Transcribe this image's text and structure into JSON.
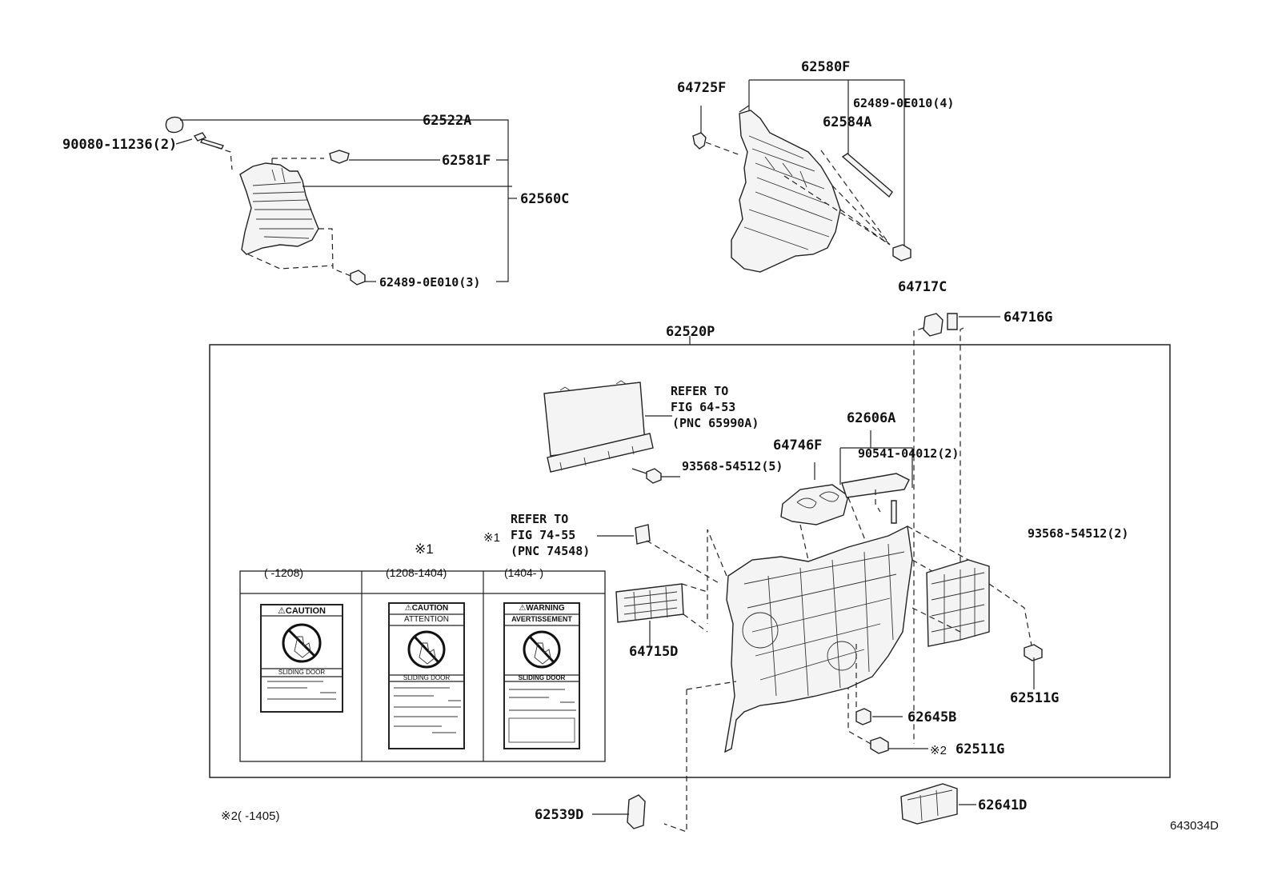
{
  "labels": {
    "p62522A": "62522A",
    "p90080": "90080-11236(2)",
    "p62581F": "62581F",
    "p62560C": "62560C",
    "p62489_3": "62489-0E010(3)",
    "p62580F": "62580F",
    "p64725F": "64725F",
    "p62489_4": "62489-0E010(4)",
    "p62584A": "62584A",
    "p64717C": "64717C",
    "p64716G": "64716G",
    "p62520P": "62520P",
    "refer1_a": "REFER TO",
    "refer1_b": "FIG 64-53",
    "refer1_c": "(PNC 65990A)",
    "p93568_5": "93568-54512(5)",
    "p62606A": "62606A",
    "p64746F": "64746F",
    "p90541": "90541-04012(2)",
    "refer2_mark": "※1",
    "refer2_a": "REFER TO",
    "refer2_b": "FIG 74-55",
    "refer2_c": "(PNC 74548)",
    "note1": "※1",
    "p93568_2": "93568-54512(2)",
    "p64715D": "64715D",
    "p62511G_a": "62511G",
    "p62645B": "62645B",
    "p62511G_mark": "※2",
    "p62511G_b": "62511G",
    "p62539D": "62539D",
    "p62641D": "62641D",
    "note2": "※2(       -1405)",
    "figure_id": "643034D"
  },
  "table": {
    "headers": [
      "(       -1208)",
      "(1208-1404)",
      "(1404-        )"
    ],
    "stickers": [
      {
        "title": "⚠CAUTION",
        "subtitle": "",
        "footer": "SLIDING DOOR"
      },
      {
        "title": "⚠CAUTION",
        "subtitle": "ATTENTION",
        "footer": "SLIDING DOOR"
      },
      {
        "title": "⚠WARNING",
        "subtitle": "AVERTISSEMENT",
        "footer": "SLIDING DOOR"
      }
    ]
  }
}
